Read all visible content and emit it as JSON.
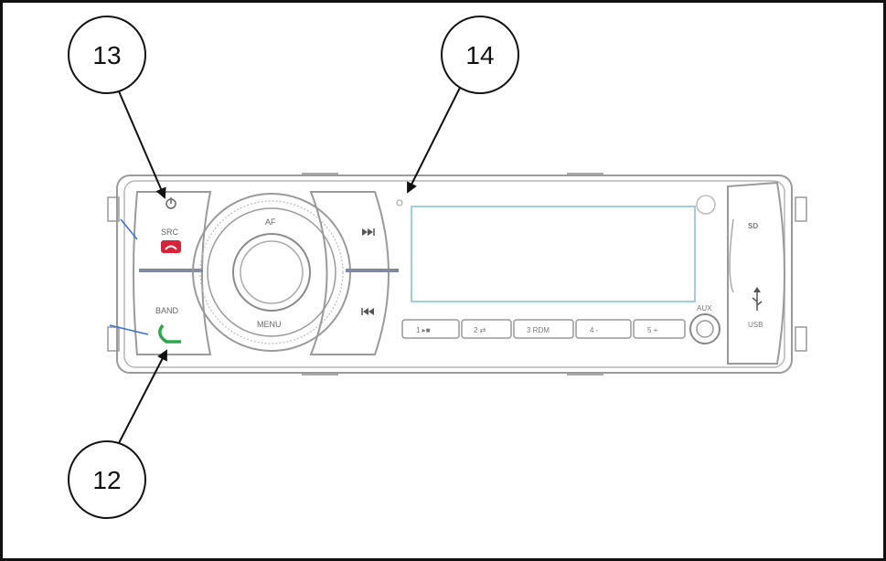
{
  "callouts": [
    {
      "number": "13"
    },
    {
      "number": "14"
    },
    {
      "number": "12"
    }
  ],
  "left_panel": {
    "src_label": "SRC",
    "band_label": "BAND"
  },
  "dial": {
    "top_label": "AF",
    "bottom_label": "MENU"
  },
  "preset_buttons": [
    {
      "label": "1 ▸■"
    },
    {
      "label": "2 ⇄"
    },
    {
      "label": "3 RDM"
    },
    {
      "label": "4 -"
    },
    {
      "label": "5 +"
    }
  ],
  "right_panel": {
    "aux_label": "AUX",
    "sd_label": "SD",
    "usb_label": "USB"
  },
  "colors": {
    "outline": "#8a8a8a",
    "display_border": "#9fd0d8",
    "end_call_red": "#d8233a",
    "call_green": "#2aa84a",
    "accent_blue": "#3c6fd0"
  }
}
